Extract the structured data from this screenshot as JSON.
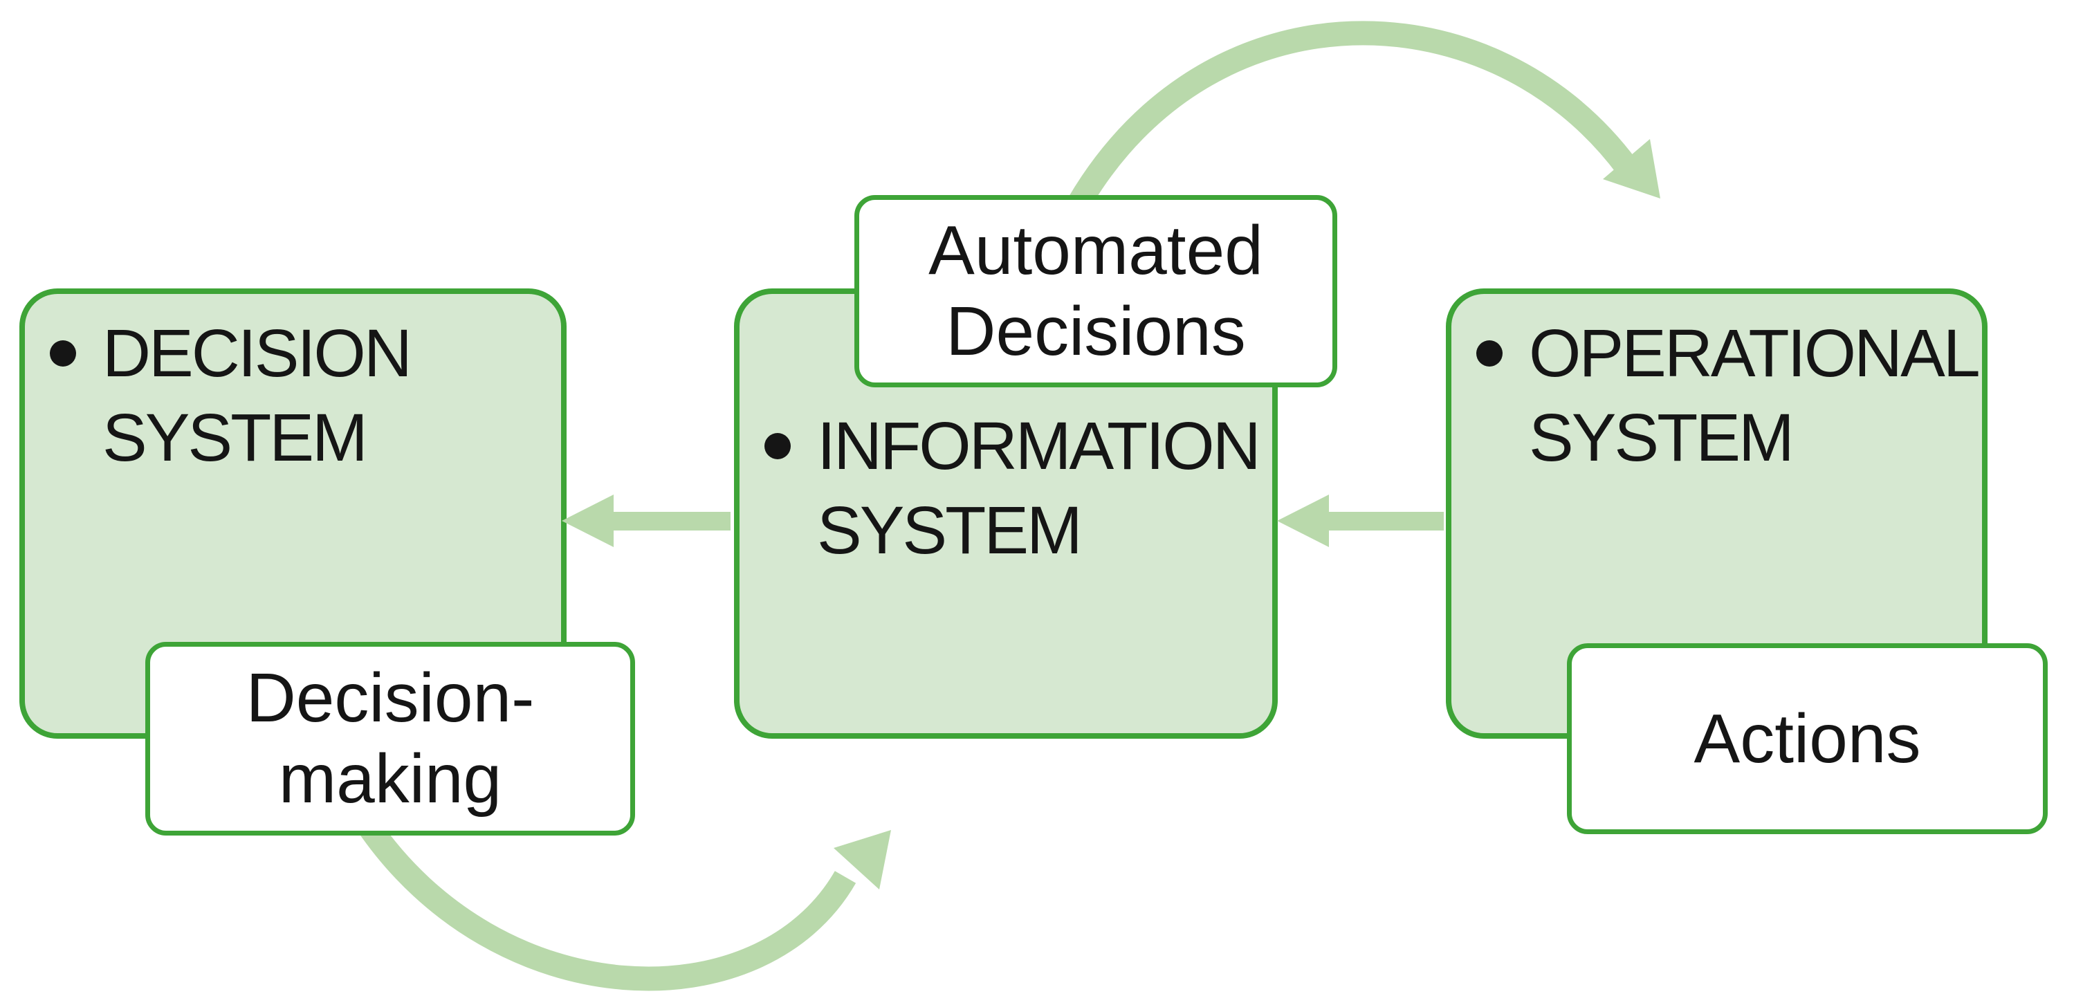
{
  "diagram": {
    "title_implicit": "",
    "colors": {
      "background": "#ffffff",
      "system_box_fill": "#d6e8d1",
      "system_box_border": "#3ea437",
      "label_box_fill": "#ffffff",
      "label_box_border": "#3ea437",
      "arrow_fill": "#b9d9ab",
      "text": "#151515",
      "bullet": "#151515"
    },
    "system_boxes": [
      {
        "id": "decision-system",
        "lines": [
          "DECISION",
          "SYSTEM"
        ]
      },
      {
        "id": "information-system",
        "lines": [
          "INFORMATION",
          "SYSTEM"
        ]
      },
      {
        "id": "operational-system",
        "lines": [
          "OPERATIONAL",
          "SYSTEM"
        ]
      }
    ],
    "label_boxes": [
      {
        "id": "automated-decisions",
        "lines": [
          "Automated",
          "Decisions"
        ]
      },
      {
        "id": "decision-making",
        "lines": [
          "Decision-",
          "making"
        ]
      },
      {
        "id": "actions",
        "lines": [
          "Actions"
        ]
      }
    ],
    "arrows": [
      {
        "name": "curved-arrow-automated-decisions-to-operational",
        "direction": "up-right-down"
      },
      {
        "name": "arrow-operational-to-information",
        "direction": "left"
      },
      {
        "name": "arrow-information-to-decision",
        "direction": "left"
      },
      {
        "name": "curved-arrow-decision-making-to-information",
        "direction": "down-right-up"
      }
    ]
  }
}
